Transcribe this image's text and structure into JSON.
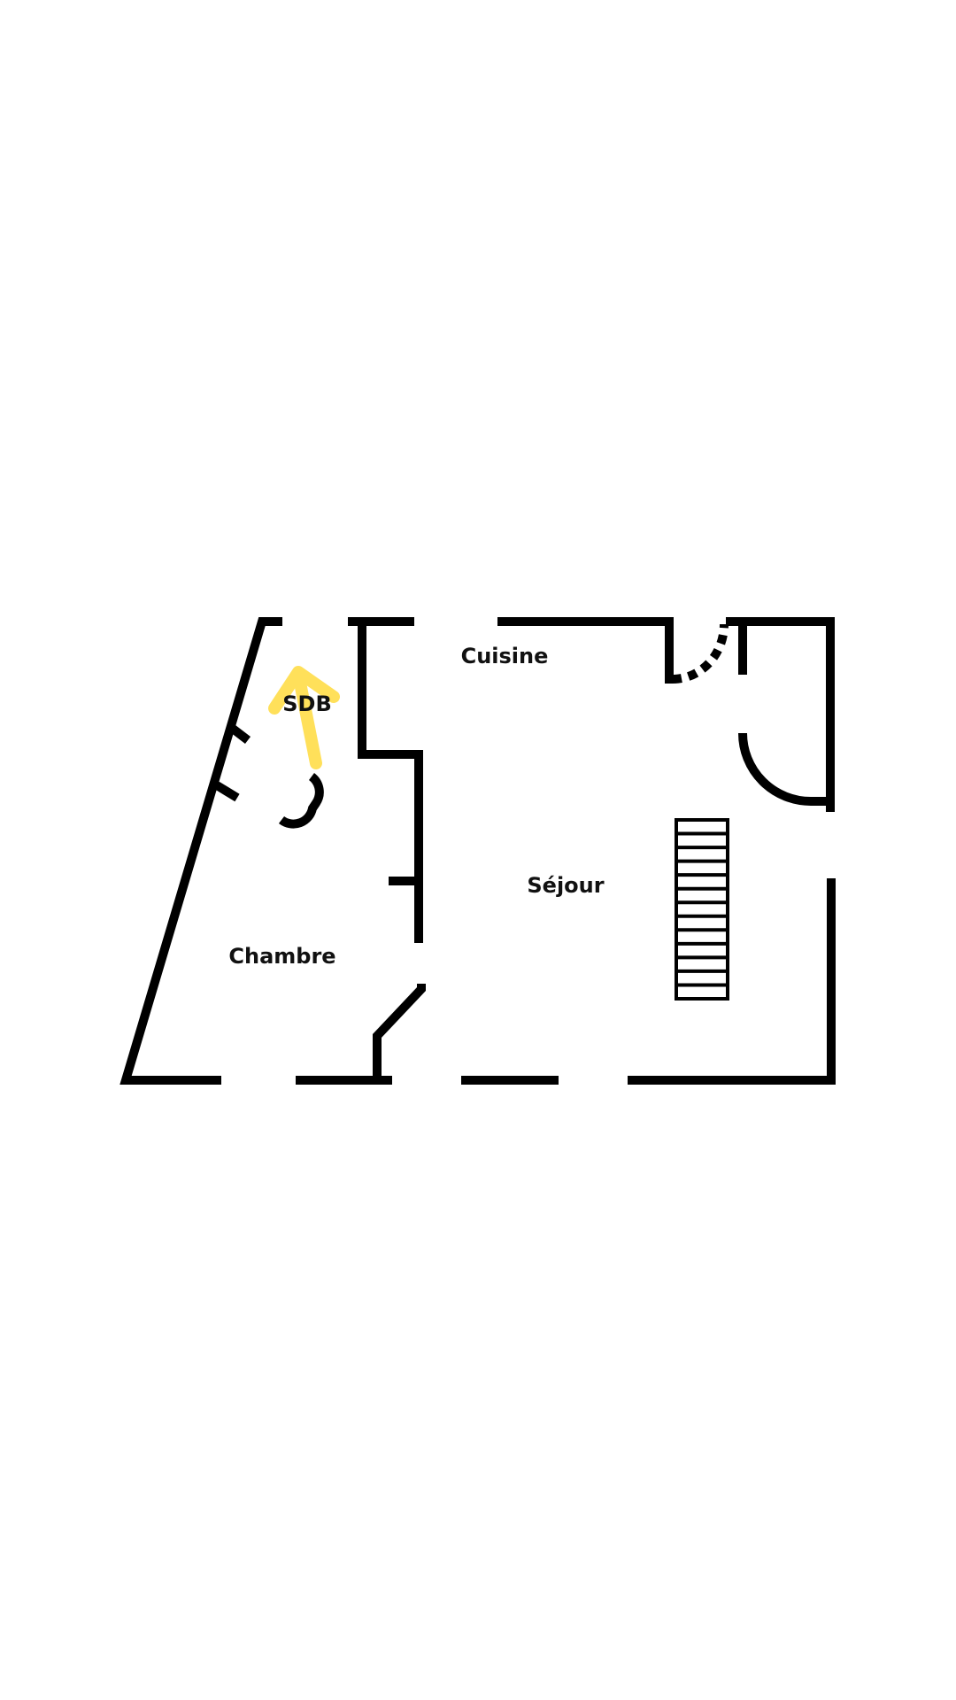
{
  "rooms": {
    "sdb": "SDB",
    "cuisine": "Cuisine",
    "sejour": "Séjour",
    "chambre": "Chambre"
  },
  "colors": {
    "wall": "#000000",
    "arrow": "#FFE05A",
    "background": "#FFFFFF"
  },
  "stairs": {
    "steps": 13
  }
}
